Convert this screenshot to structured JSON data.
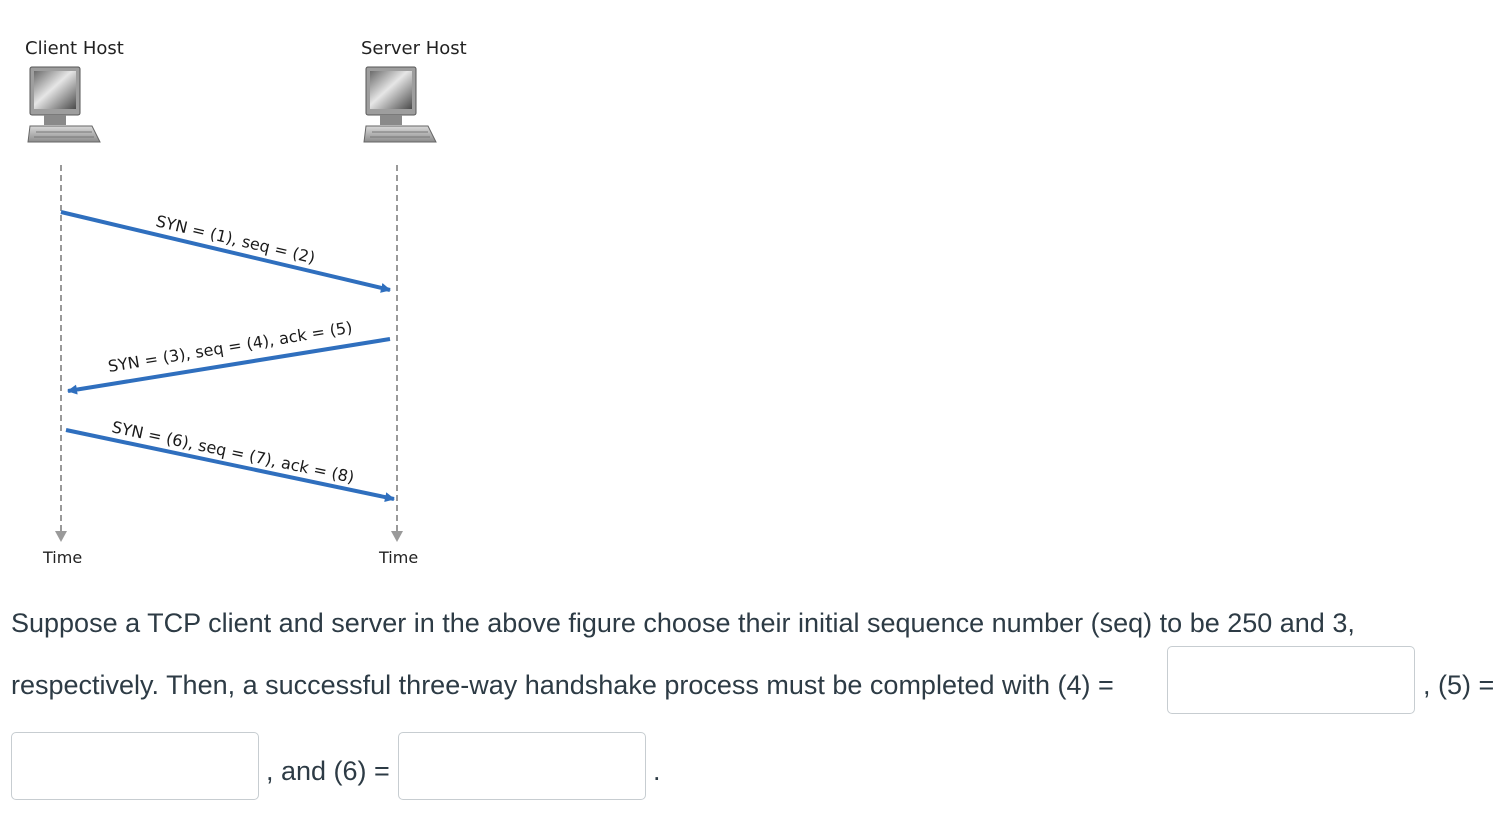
{
  "hosts": {
    "client_label": "Client Host",
    "server_label": "Server Host",
    "client_time_label": "Time",
    "server_time_label": "Time"
  },
  "messages": [
    {
      "label": "SYN = (1), seq = (2)",
      "direction": "client-to-server"
    },
    {
      "label": "SYN = (3), seq = (4), ack = (5)",
      "direction": "server-to-client"
    },
    {
      "label": "SYN = (6), seq = (7), ack = (8)",
      "direction": "client-to-server"
    }
  ],
  "colors": {
    "arrow": "#2f6fbe",
    "timeline": "#9a9a9a",
    "text": "#2d3b45"
  },
  "question": {
    "line1": "Suppose a TCP client and server in the above figure choose their initial sequence number (seq) to be 250 and 3,",
    "line2_prefix": "respectively. Then, a successful three-way handshake process must be completed with (4) =",
    "after_blank4": ", (5) =",
    "after_blank5": ", and (6) =",
    "after_blank6": "."
  },
  "answers": {
    "blank4": "",
    "blank5": "",
    "blank6": ""
  }
}
